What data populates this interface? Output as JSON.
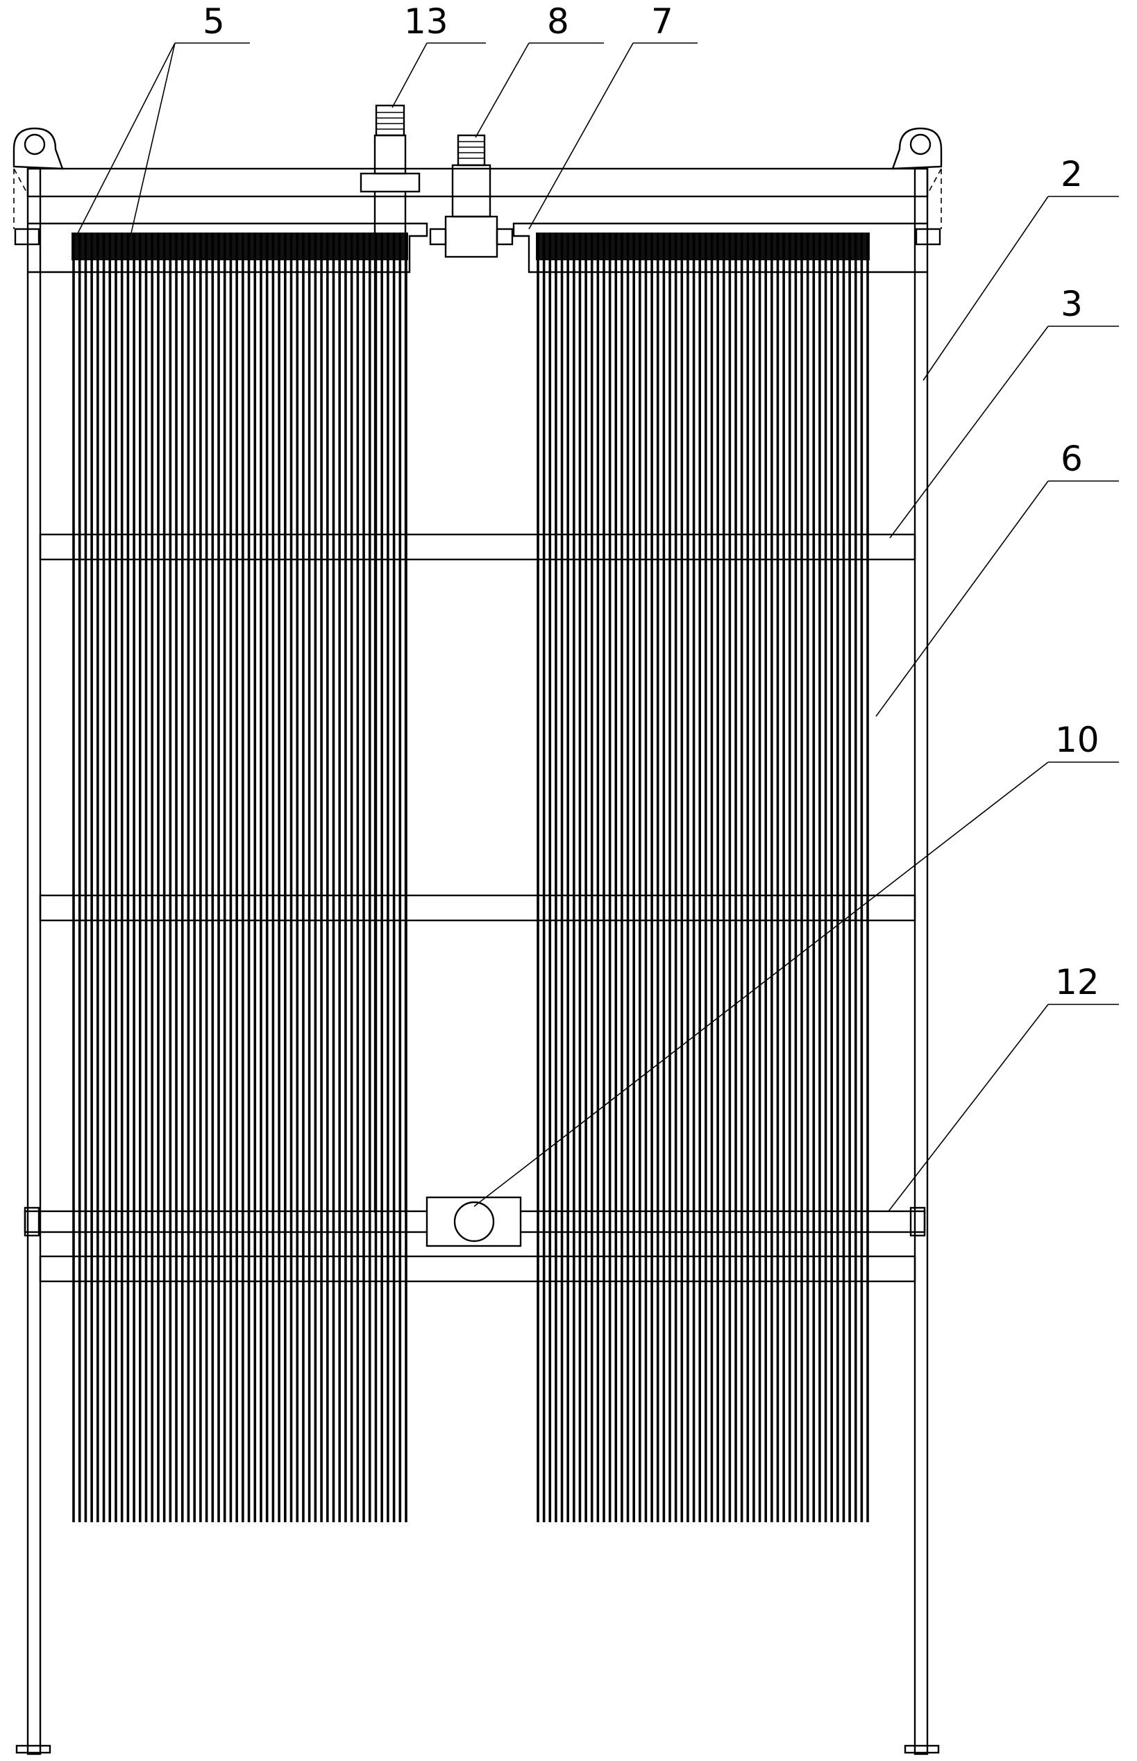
{
  "figure": {
    "labels": [
      {
        "id": "5",
        "text": "5"
      },
      {
        "id": "13",
        "text": "13"
      },
      {
        "id": "8",
        "text": "8"
      },
      {
        "id": "7",
        "text": "7"
      },
      {
        "id": "2",
        "text": "2"
      },
      {
        "id": "3",
        "text": "3"
      },
      {
        "id": "6",
        "text": "6"
      },
      {
        "id": "10",
        "text": "10"
      },
      {
        "id": "12",
        "text": "12"
      }
    ]
  }
}
